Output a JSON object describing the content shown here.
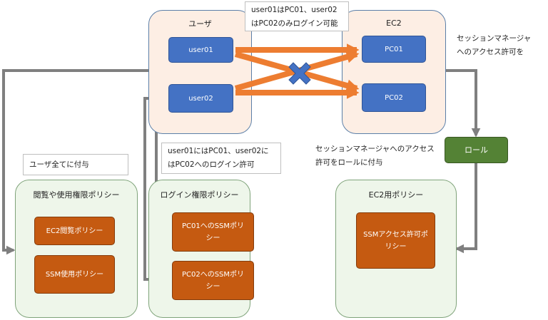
{
  "containers": {
    "user": {
      "title": "ユーザ"
    },
    "ec2": {
      "title": "EC2"
    },
    "view_policy": {
      "title": "閲覧や使用権限ポリシー"
    },
    "login_policy": {
      "title": "ログイン権限ポリシー"
    },
    "ec2_policy": {
      "title": "EC2用ポリシー"
    }
  },
  "boxes": {
    "user01": "user01",
    "user02": "user02",
    "pc01": "PC01",
    "pc02": "PC02",
    "role": "ロール",
    "ec2_view": "EC2閲覧ポリシー",
    "ssm_use": "SSM使用ポリシー",
    "pc01_ssm": "PC01へのSSMポリシー",
    "pc02_ssm": "PC02へのSSMポリシー",
    "ssm_access": "SSMアクセス許可ポリシー"
  },
  "notes": {
    "top": "user01はPC01、user02はPC02のみログイン可能",
    "session_manager": "セッションマネージャへのアクセス許可を",
    "all_users": "ユーザ全てに付与",
    "login_permit": "user01にはPC01、user02にはPC02へのログイン許可",
    "role_grant": "セッションマネージャへのアクセス許可をロールに付与"
  },
  "colors": {
    "connector_gray": "#7f7f7f",
    "arrow_orange": "#ed7d31",
    "cross_blue": "#4472c4"
  },
  "icons": {
    "cross_mark": "x-cross-icon"
  }
}
